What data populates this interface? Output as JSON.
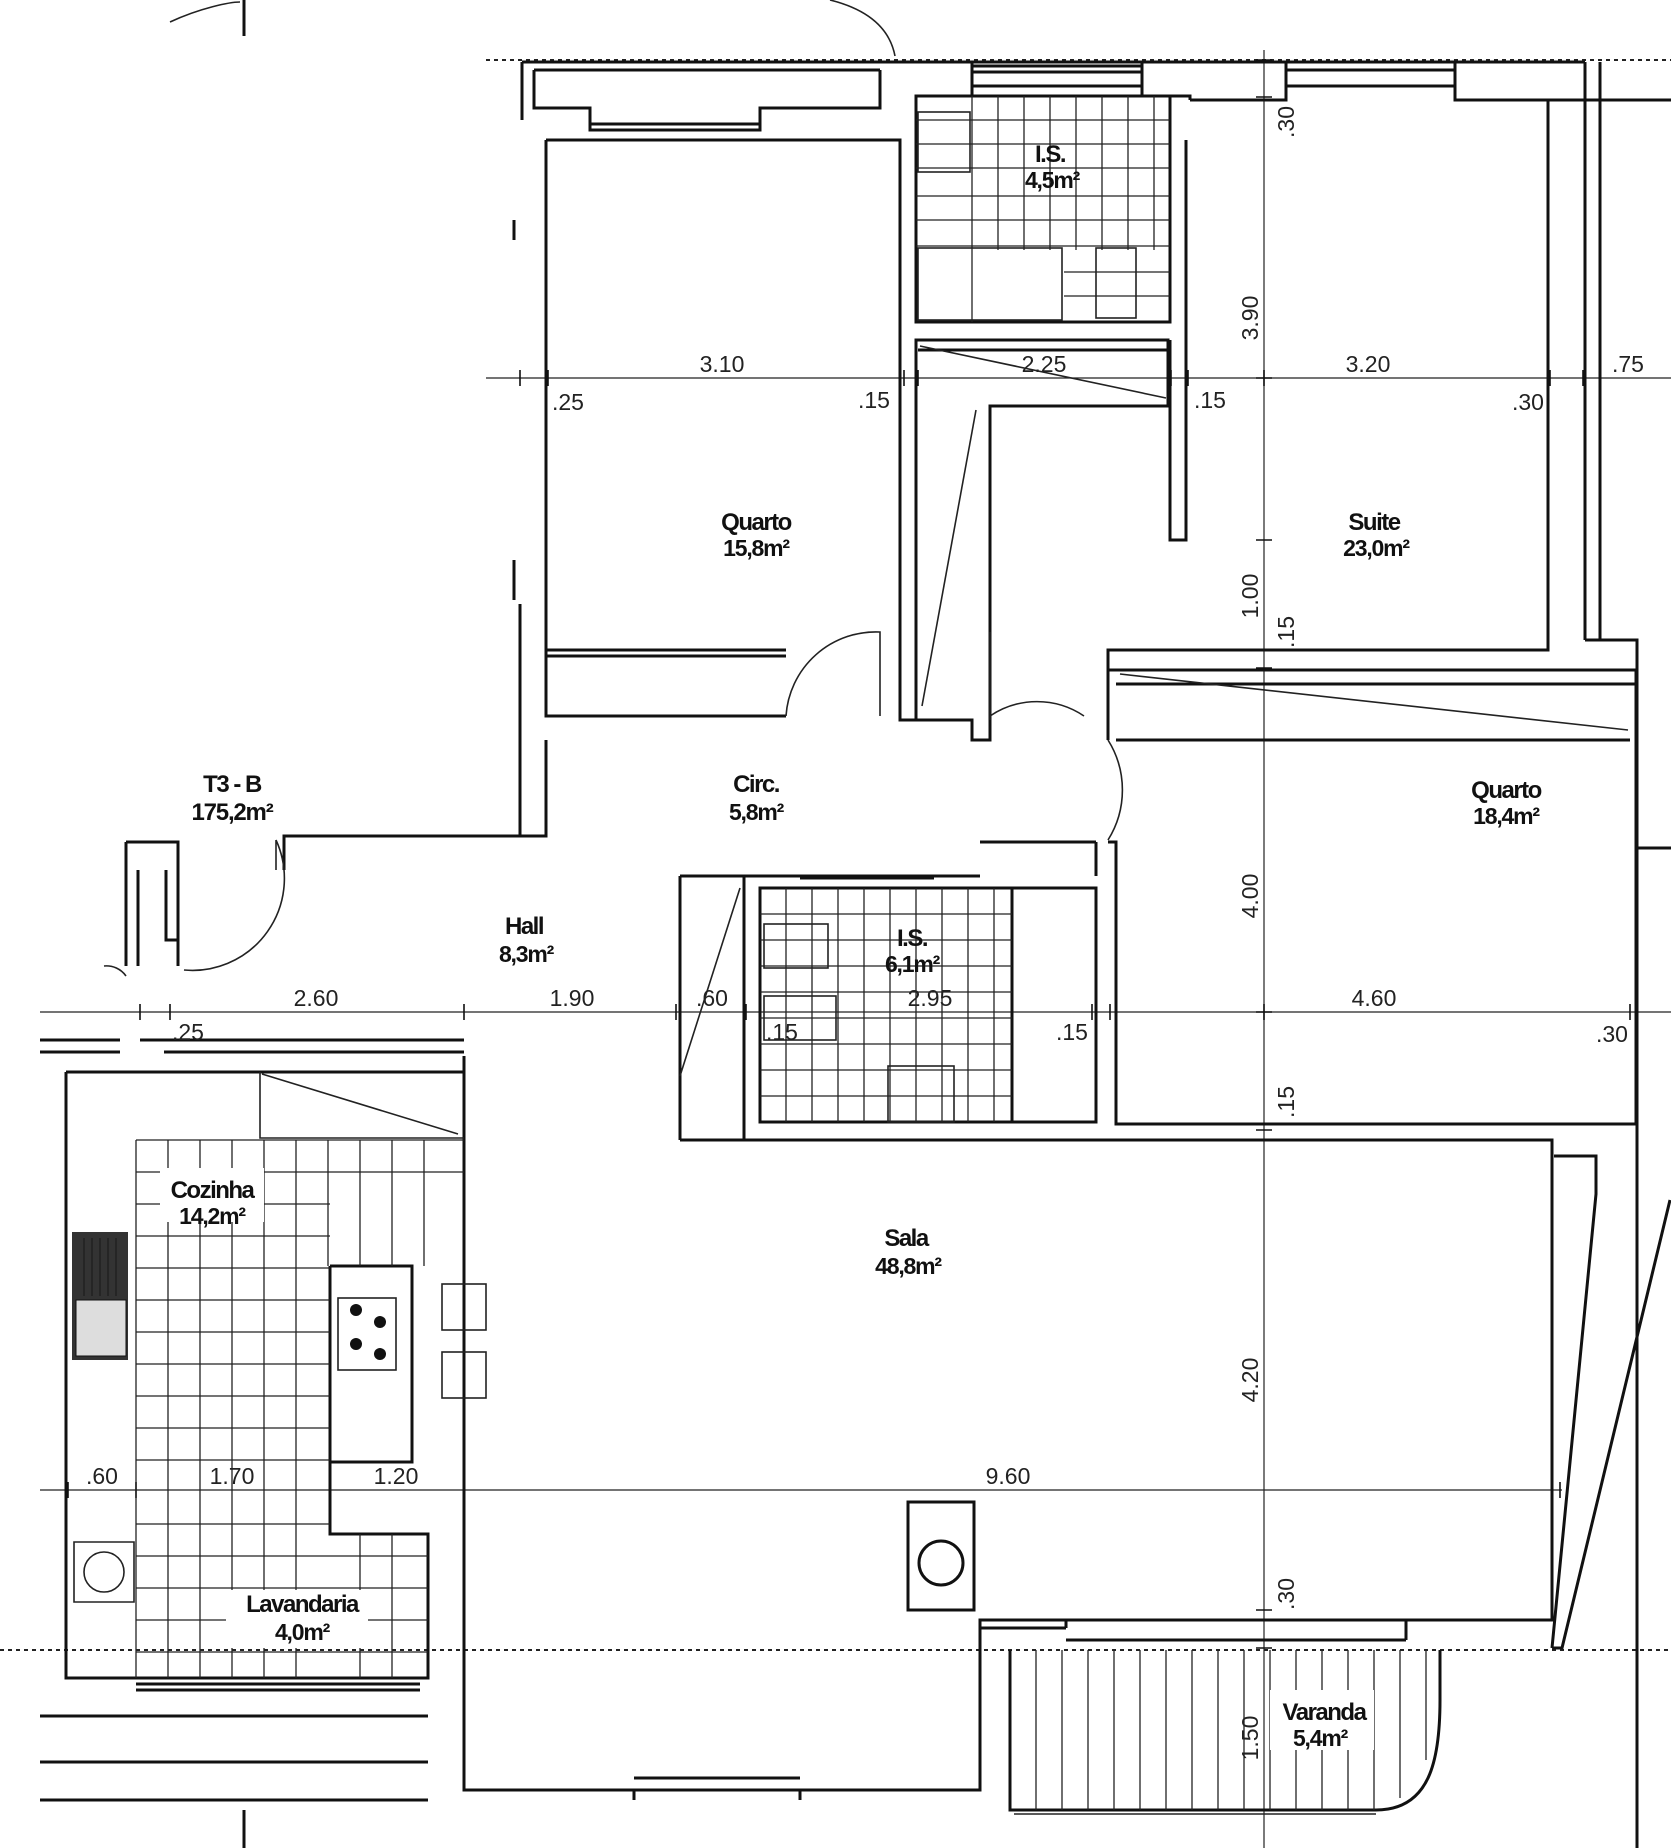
{
  "plan": {
    "unit_label": "T3 - B",
    "unit_area": "175,2m²"
  },
  "rooms": {
    "is_top": {
      "name": "I.S.",
      "area": "4,5m²"
    },
    "quarto1": {
      "name": "Quarto",
      "area": "15,8m²"
    },
    "suite": {
      "name": "Suite",
      "area": "23,0m²"
    },
    "circ": {
      "name": "Circ.",
      "area": "5,8m²"
    },
    "quarto2": {
      "name": "Quarto",
      "area": "18,4m²"
    },
    "hall": {
      "name": "Hall",
      "area": "8,3m²"
    },
    "is_mid": {
      "name": "I.S.",
      "area": "6,1m²"
    },
    "cozinha": {
      "name": "Cozinha",
      "area": "14,2m²"
    },
    "sala": {
      "name": "Sala",
      "area": "48,8m²"
    },
    "lavandaria": {
      "name": "Lavandaria",
      "area": "4,0m²"
    },
    "varanda": {
      "name": "Varanda",
      "area": "5,4m²"
    }
  },
  "dimensions": {
    "row1": [
      "3.10",
      "2.25",
      "3.20",
      ".75"
    ],
    "row1_sub": [
      ".25",
      ".15",
      ".15",
      ".30"
    ],
    "row2": [
      "2.60",
      "1.90",
      ".60",
      "2.95",
      "4.60"
    ],
    "row2_sub": [
      ".25",
      ".15",
      ".15",
      ".30"
    ],
    "row3": [
      ".60",
      "1.70",
      "1.20",
      "9.60"
    ],
    "vertical": [
      ".30",
      "3.90",
      "1.00",
      ".15",
      "4.00",
      ".15",
      "4.20",
      ".30",
      "1.50"
    ]
  }
}
